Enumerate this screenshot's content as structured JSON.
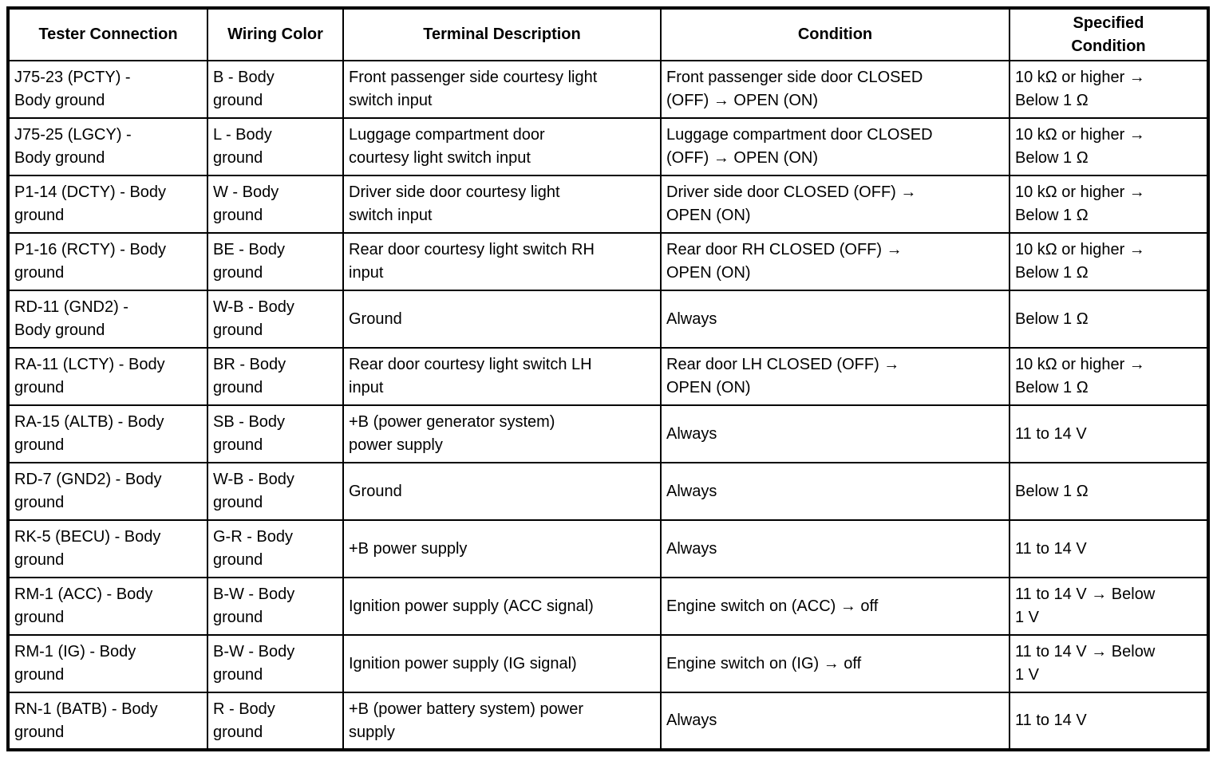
{
  "table": {
    "columns": [
      "Tester Connection",
      "Wiring Color",
      "Terminal Description",
      "Condition",
      "Specified Condition"
    ],
    "rows": [
      {
        "tester_connection": "J75-23 (PCTY) -\nBody ground",
        "wiring_color": "B - Body\nground",
        "terminal_description": "Front passenger side courtesy light\nswitch input",
        "condition": "Front passenger side door CLOSED\n(OFF) → OPEN (ON)",
        "specified_condition": "10 kΩ or higher →\nBelow 1 Ω"
      },
      {
        "tester_connection": "J75-25 (LGCY) -\nBody ground",
        "wiring_color": "L - Body\nground",
        "terminal_description": "Luggage compartment door\ncourtesy light switch input",
        "condition": "Luggage compartment door CLOSED\n(OFF) → OPEN (ON)",
        "specified_condition": "10 kΩ or higher →\nBelow 1 Ω"
      },
      {
        "tester_connection": "P1-14 (DCTY) - Body\nground",
        "wiring_color": "W - Body\nground",
        "terminal_description": "Driver side door courtesy light\nswitch input",
        "condition": "Driver side door CLOSED (OFF) →\nOPEN (ON)",
        "specified_condition": "10 kΩ or higher →\nBelow 1 Ω"
      },
      {
        "tester_connection": "P1-16 (RCTY) - Body\nground",
        "wiring_color": "BE - Body\nground",
        "terminal_description": "Rear door courtesy light switch RH\ninput",
        "condition": "Rear door RH CLOSED (OFF) →\nOPEN (ON)",
        "specified_condition": "10 kΩ or higher →\nBelow 1 Ω"
      },
      {
        "tester_connection": "RD-11 (GND2) -\nBody ground",
        "wiring_color": "W-B - Body\nground",
        "terminal_description": "Ground",
        "condition": "Always",
        "specified_condition": "Below 1 Ω"
      },
      {
        "tester_connection": "RA-11 (LCTY) - Body\nground",
        "wiring_color": "BR - Body\nground",
        "terminal_description": "Rear door courtesy light switch LH\ninput",
        "condition": "Rear door LH CLOSED (OFF) →\nOPEN (ON)",
        "specified_condition": "10 kΩ or higher →\nBelow 1 Ω"
      },
      {
        "tester_connection": "RA-15 (ALTB) - Body\nground",
        "wiring_color": "SB - Body\nground",
        "terminal_description": "+B (power generator system)\npower supply",
        "condition": "Always",
        "specified_condition": "11 to 14 V"
      },
      {
        "tester_connection": "RD-7 (GND2) - Body\nground",
        "wiring_color": "W-B - Body\nground",
        "terminal_description": "Ground",
        "condition": "Always",
        "specified_condition": "Below 1 Ω"
      },
      {
        "tester_connection": "RK-5 (BECU) - Body\nground",
        "wiring_color": "G-R - Body\nground",
        "terminal_description": "+B power supply",
        "condition": "Always",
        "specified_condition": "11 to 14 V"
      },
      {
        "tester_connection": "RM-1 (ACC) - Body\nground",
        "wiring_color": "B-W - Body\nground",
        "terminal_description": "Ignition power supply (ACC signal)",
        "condition": "Engine switch on (ACC) → off",
        "specified_condition": "11 to 14 V → Below\n1 V"
      },
      {
        "tester_connection": "RM-1 (IG) - Body\nground",
        "wiring_color": "B-W - Body\nground",
        "terminal_description": "Ignition power supply (IG signal)",
        "condition": "Engine switch on (IG) → off",
        "specified_condition": "11 to 14 V → Below\n1 V"
      },
      {
        "tester_connection": "RN-1 (BATB) - Body\nground",
        "wiring_color": "R - Body\nground",
        "terminal_description": "+B (power battery system) power\nsupply",
        "condition": "Always",
        "specified_condition": "11 to 14 V"
      }
    ]
  },
  "colors": {
    "border": "#000000",
    "background": "#ffffff",
    "text": "#000000"
  }
}
